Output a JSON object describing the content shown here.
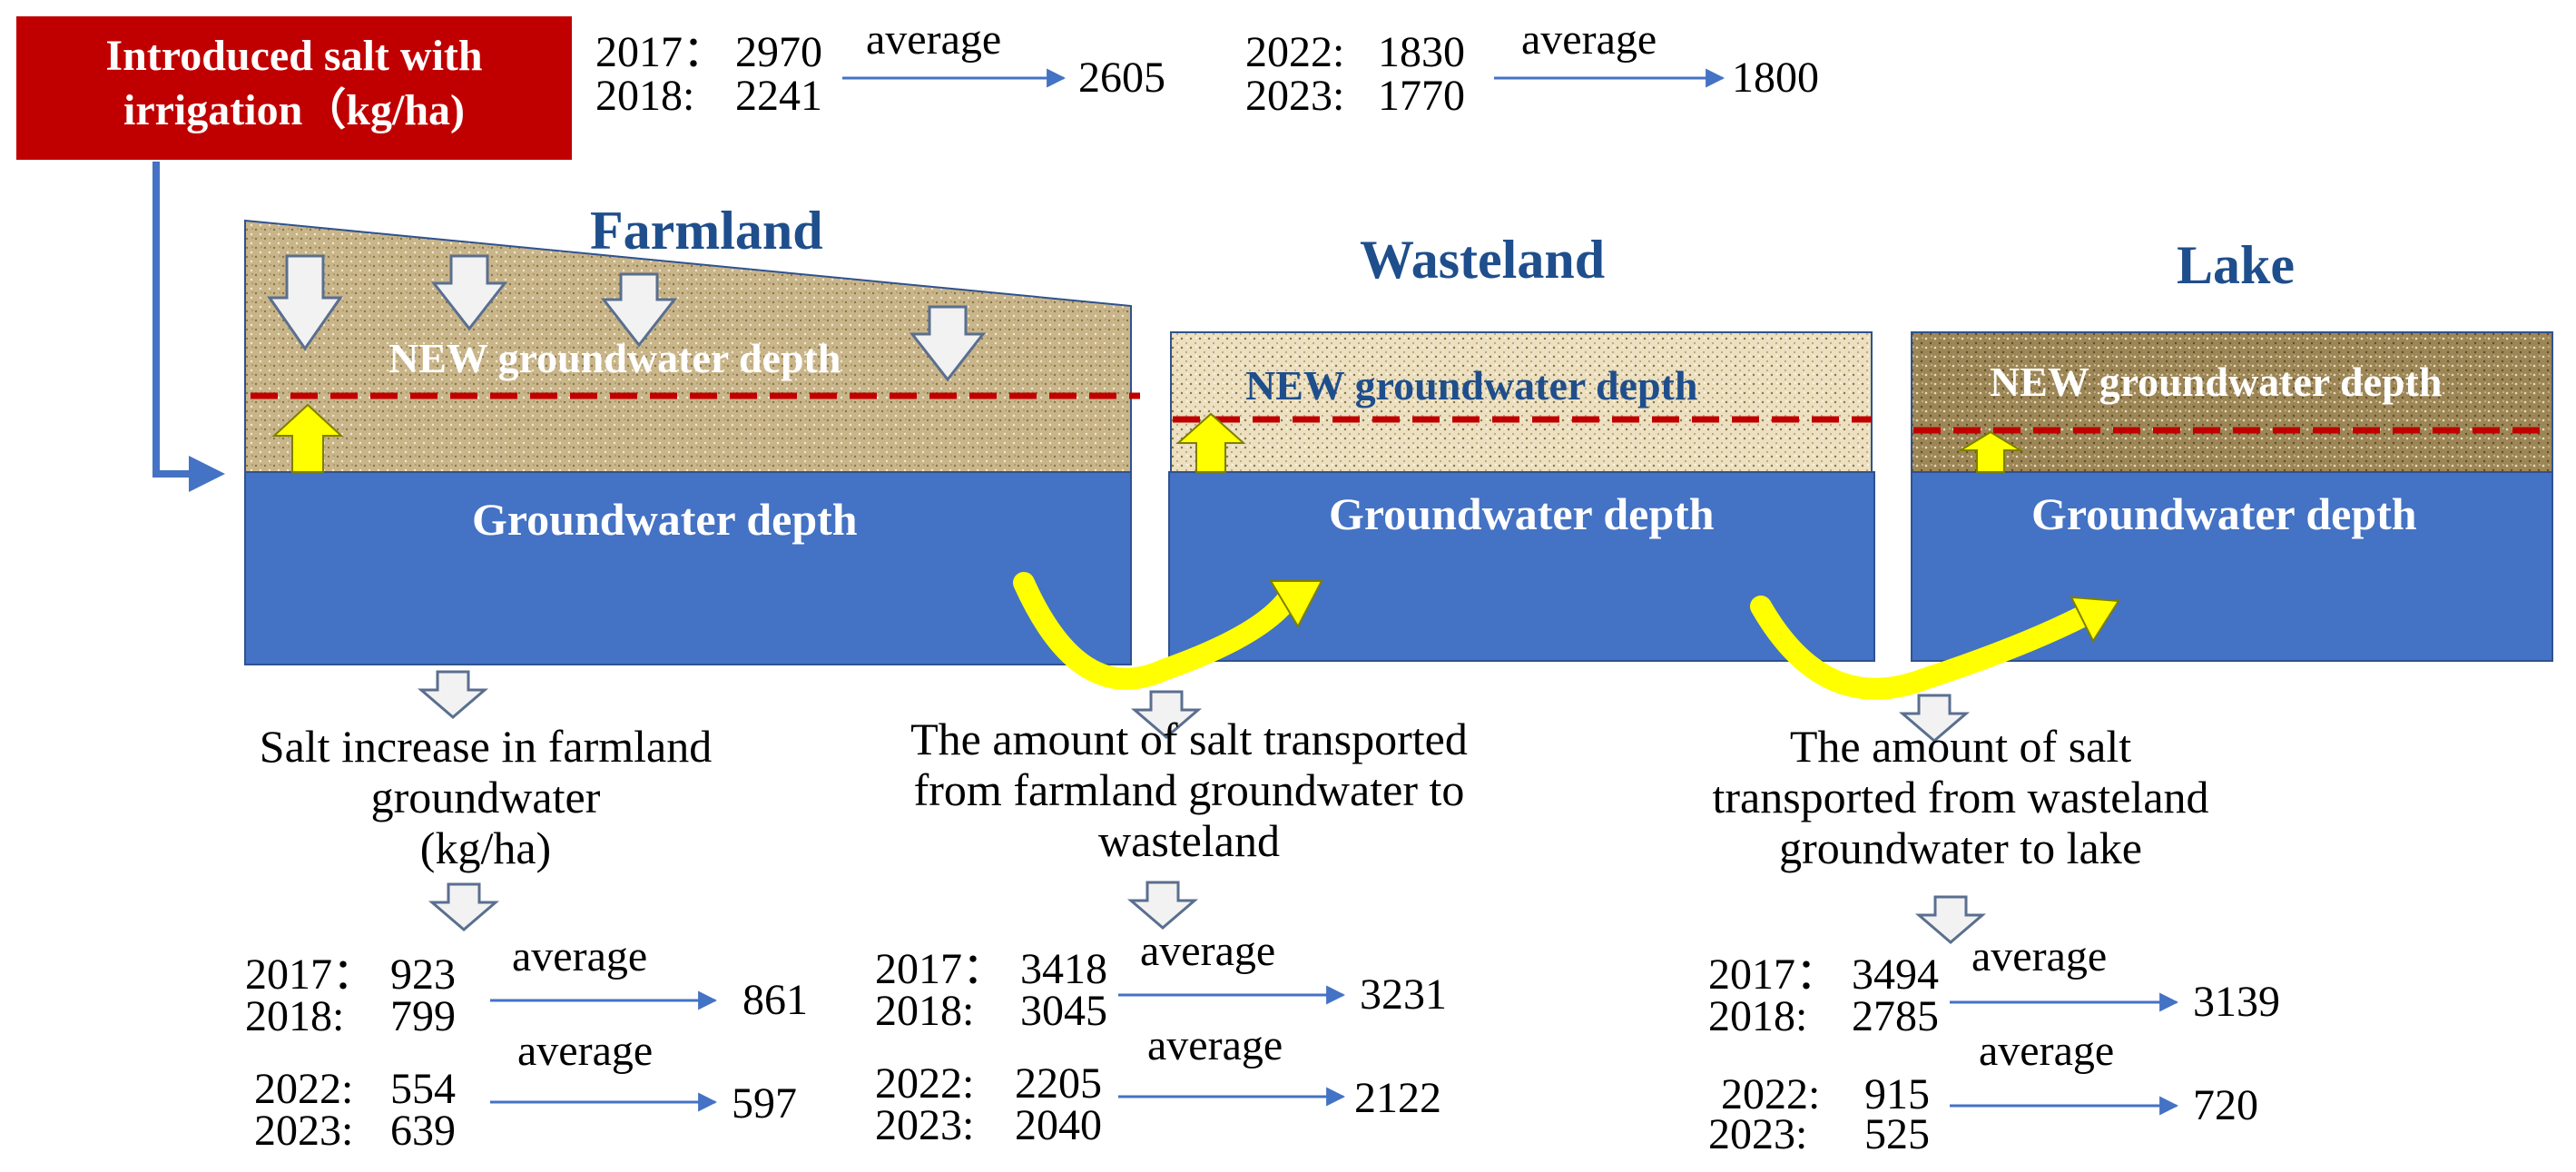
{
  "colors": {
    "intro_box": "#c00000",
    "groundwater": "#4472c4",
    "soil": "#c9b58a",
    "title_blue": "#1f4e8c",
    "new_depth_line": "#c00000",
    "flow_arrow": "#ffff00",
    "connector": "#4472c4"
  },
  "intro": {
    "line1": "Introduced salt with",
    "line2": "irrigation（kg/ha)",
    "period1": {
      "y1": "2017：",
      "v1": "2970",
      "y2": "2018:",
      "v2": "2241",
      "avg_label": "average",
      "avg": "2605"
    },
    "period2": {
      "y1": "2022:",
      "v1": "1830",
      "y2": "2023:",
      "v2": "1770",
      "avg_label": "average",
      "avg": "1800"
    }
  },
  "regions": {
    "farmland": {
      "title": "Farmland",
      "new_depth": "NEW groundwater depth",
      "groundwater": "Groundwater depth"
    },
    "wasteland": {
      "title": "Wasteland",
      "new_depth": "NEW groundwater depth",
      "groundwater": "Groundwater depth"
    },
    "lake": {
      "title": "Lake",
      "new_depth": "NEW groundwater depth",
      "groundwater": "Groundwater depth"
    }
  },
  "outputs": {
    "farmland_increase": {
      "label_line1": "Salt increase in farmland",
      "label_line2": "groundwater",
      "label_line3": "(kg/ha)",
      "p1": {
        "y1": "2017：",
        "v1": "923",
        "y2": "2018:",
        "v2": "799",
        "avg_label": "average",
        "avg": "861"
      },
      "p2": {
        "y1": "2022:",
        "v1": "554",
        "y2": "2023:",
        "v2": "639",
        "avg_label": "average",
        "avg": "597"
      }
    },
    "farm_to_waste": {
      "label_line1": "The amount of salt transported",
      "label_line2": "from farmland groundwater to",
      "label_line3": "wasteland",
      "p1": {
        "y1": "2017：",
        "v1": "3418",
        "y2": "2018:",
        "v2": "3045",
        "avg_label": "average",
        "avg": "3231"
      },
      "p2": {
        "y1": "2022:",
        "v1": "2205",
        "y2": "2023:",
        "v2": "2040",
        "avg_label": "average",
        "avg": "2122"
      }
    },
    "waste_to_lake": {
      "label_line1": "The amount of salt",
      "label_line2": "transported from wasteland",
      "label_line3": "groundwater to lake",
      "p1": {
        "y1": "2017：",
        "v1": "3494",
        "y2": "2018:",
        "v2": "2785",
        "avg_label": "average",
        "avg": "3139"
      },
      "p2": {
        "y1": "2022:",
        "v1": "915",
        "y2": "2023:",
        "v2": "525",
        "avg_label": "average",
        "avg": "720"
      }
    }
  }
}
